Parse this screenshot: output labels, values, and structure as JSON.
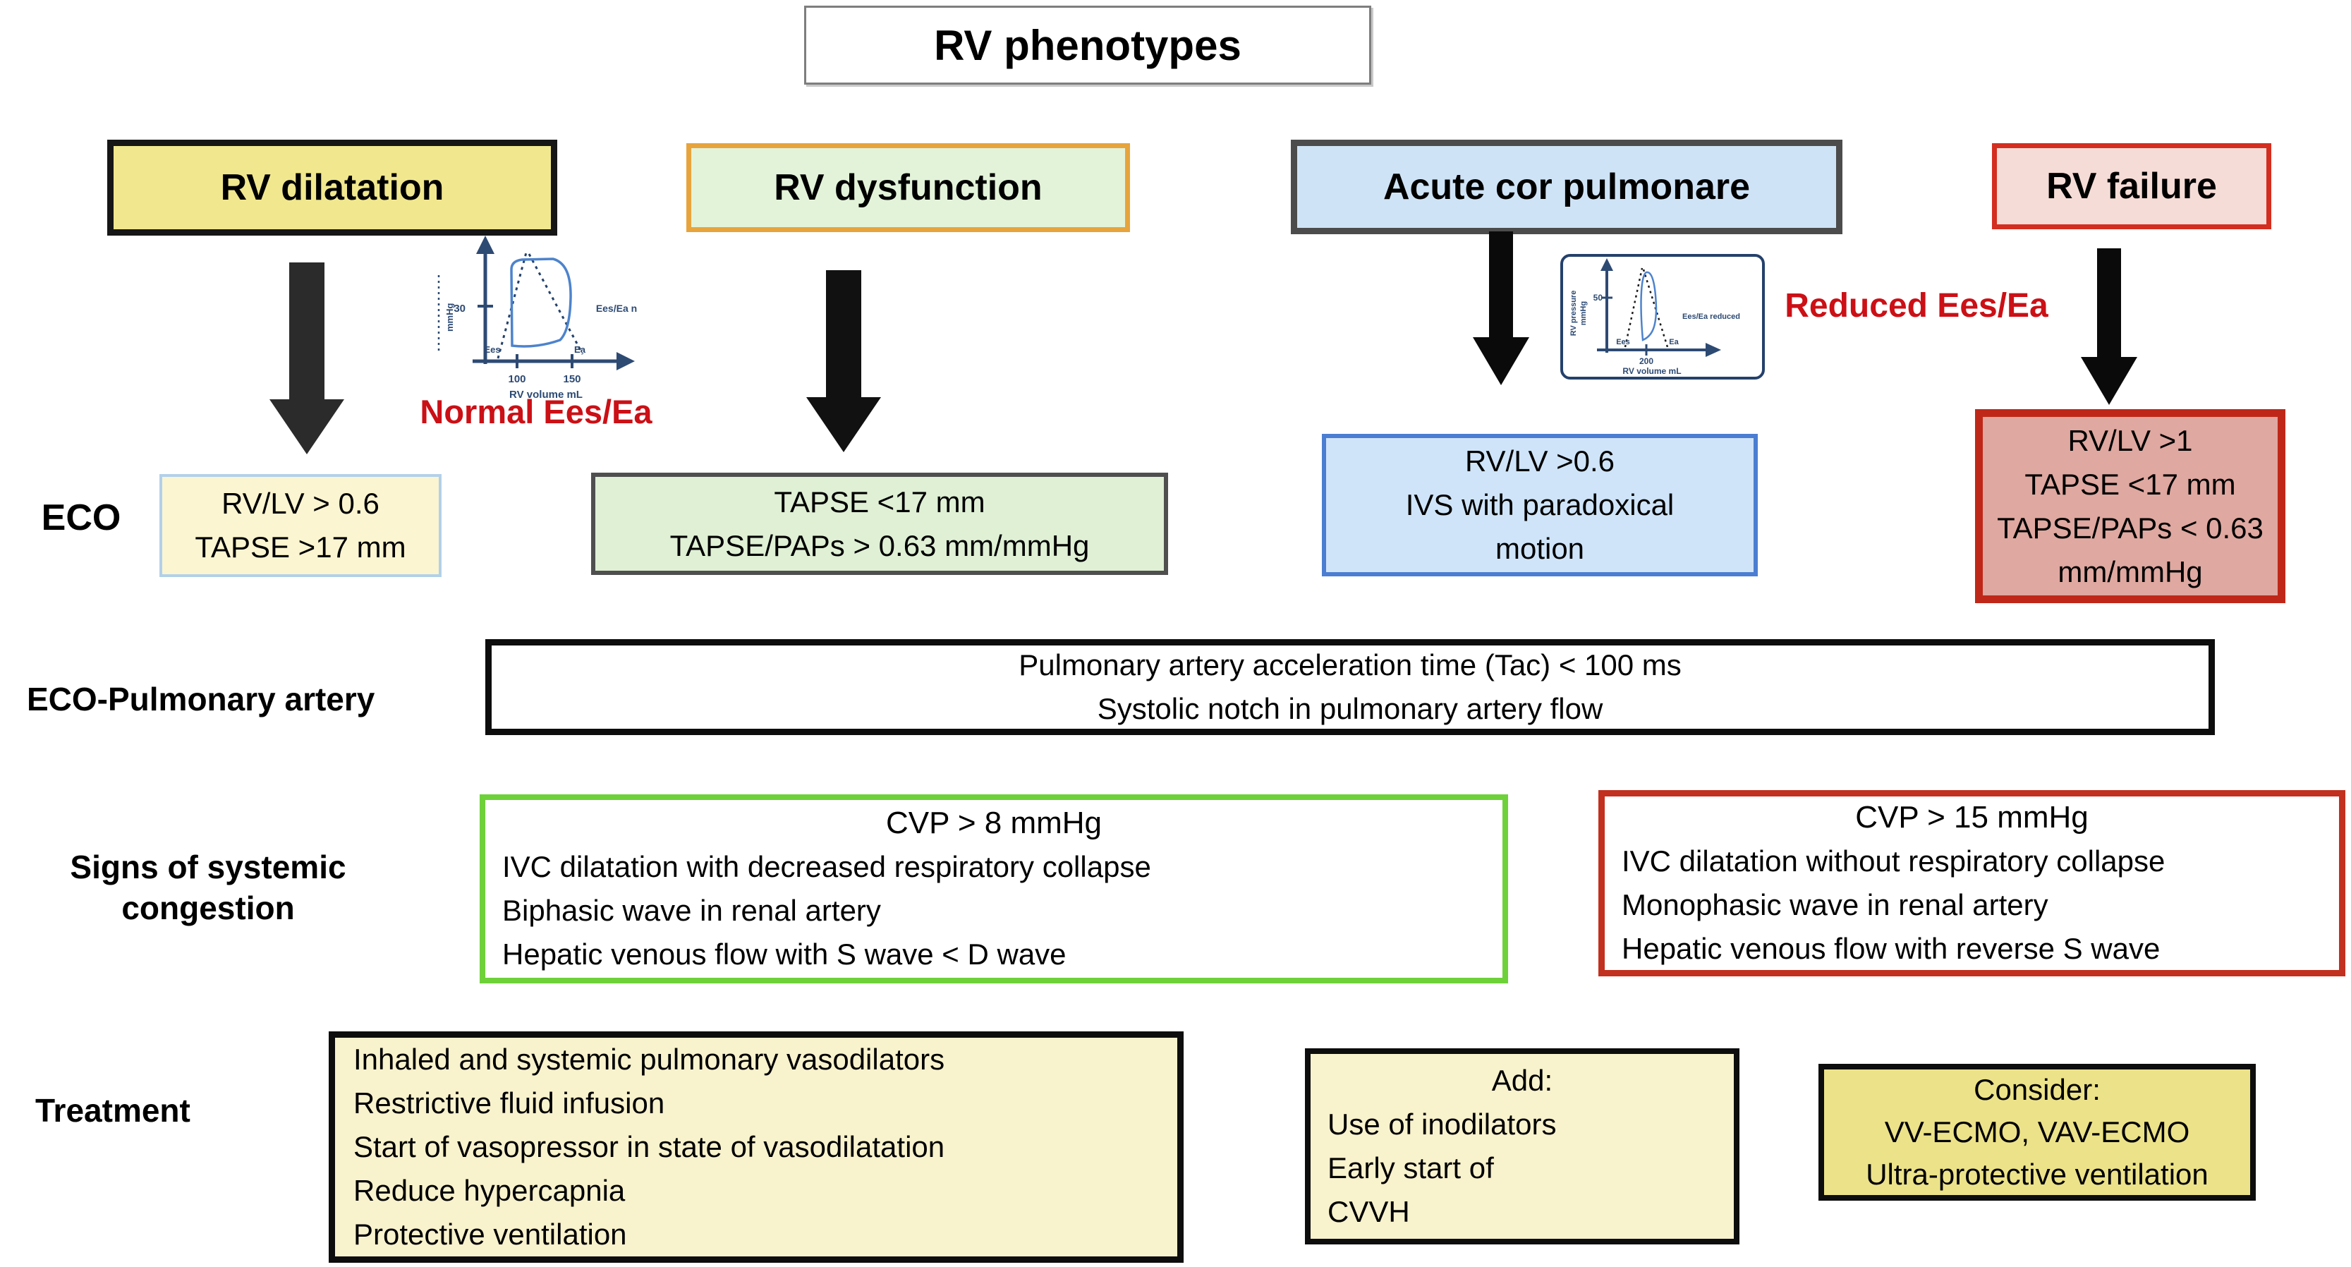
{
  "title": "RV phenotypes",
  "headers": {
    "dilatation": "RV dilatation",
    "dysfunction": "RV dysfunction",
    "acute": "Acute cor pulmonare",
    "failure": "RV failure"
  },
  "loops": {
    "normal": {
      "caption": "Normal Ees/Ea",
      "annotation": "Ees/Ea n",
      "y_axis_label": "mmHg",
      "y_tick": "30",
      "x_tick_1": "100",
      "x_tick_2": "150",
      "x_axis_label": "RV volume mL",
      "ees_label": "Ees",
      "ea_label": "Ea"
    },
    "reduced": {
      "caption": "Reduced Ees/Ea",
      "annotation": "Ees/Ea reduced",
      "y_axis_label_1": "RV pressure",
      "y_axis_label_2": "mmHg",
      "y_tick": "50",
      "x_tick_1": "200",
      "x_axis_label": "RV volume mL",
      "ees_label": "Ees",
      "ea_label": "Ea"
    }
  },
  "eco": {
    "label": "ECO",
    "dilatation": [
      "RV/LV > 0.6",
      "TAPSE >17 mm"
    ],
    "dysfunction": [
      "TAPSE <17 mm",
      "TAPSE/PAPs > 0.63 mm/mmHg"
    ],
    "acute": [
      "RV/LV >0.6",
      "IVS with paradoxical",
      "motion"
    ],
    "failure": [
      "RV/LV >1",
      "TAPSE <17 mm",
      "TAPSE/PAPs < 0.63",
      "mm/mmHg"
    ]
  },
  "pulmonary_artery": {
    "label": "ECO-Pulmonary artery",
    "lines": [
      "Pulmonary artery acceleration time (Tac) < 100 ms",
      "Systolic notch in pulmonary artery flow"
    ]
  },
  "congestion": {
    "label_line_1": "Signs of systemic",
    "label_line_2": "congestion",
    "moderate": {
      "title": "CVP > 8 mmHg",
      "items": [
        "IVC dilatation with decreased respiratory collapse",
        "Biphasic wave in renal artery",
        "Hepatic venous flow with S wave < D wave"
      ]
    },
    "severe": {
      "title": "CVP > 15 mmHg",
      "items": [
        "IVC dilatation without respiratory collapse",
        "Monophasic wave in renal artery",
        "Hepatic venous flow with reverse S wave"
      ]
    }
  },
  "treatment": {
    "label": "Treatment",
    "general": [
      "Inhaled and systemic pulmonary vasodilators",
      "Restrictive fluid infusion",
      "Start of vasopressor in state of vasodilatation",
      "Reduce hypercapnia",
      "Protective ventilation"
    ],
    "add": {
      "title": "Add:",
      "items": [
        "Use of inodilators",
        "Early start of",
        "CVVH"
      ]
    },
    "consider": {
      "title": "Consider:",
      "items": [
        "VV-ECMO, VAV-ECMO",
        "Ultra-protective ventilation"
      ]
    }
  },
  "colors": {
    "red_text": "#cb1016",
    "khaki_header": "#f1e78e",
    "pale_yellow": "#fbf5d1",
    "light_green": "#e0f1d6",
    "light_blue": "#cfe4f8",
    "pink_header": "#f5dcd7",
    "dusty_pink": "#dfa8a0",
    "treatment_yellow": "#f8f2cd",
    "consider_yellow": "#ece289",
    "green_border": "#6ed13a",
    "red_border": "#c2301f",
    "orange_border": "#e7a43c",
    "blue_border": "#4b7ed2",
    "navy": "#2d4a73"
  }
}
